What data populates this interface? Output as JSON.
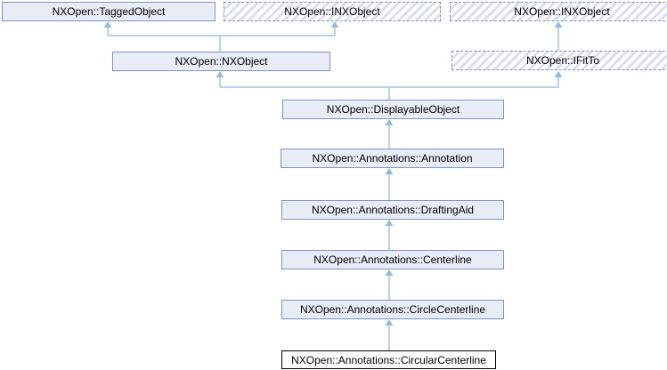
{
  "diagram": {
    "type": "class-inheritance-diagram",
    "nodes": {
      "tagged_object": {
        "label": "NXOpen::TaggedObject",
        "style": "solid"
      },
      "inx_object_1": {
        "label": "NXOpen::INXObject",
        "style": "hatched"
      },
      "inx_object_2": {
        "label": "NXOpen::INXObject",
        "style": "hatched"
      },
      "nx_object": {
        "label": "NXOpen::NXObject",
        "style": "solid"
      },
      "ifit_to": {
        "label": "NXOpen::IFitTo",
        "style": "hatched"
      },
      "displayable_object": {
        "label": "NXOpen::DisplayableObject",
        "style": "solid"
      },
      "annotation": {
        "label": "NXOpen::Annotations::Annotation",
        "style": "solid"
      },
      "drafting_aid": {
        "label": "NXOpen::Annotations::DraftingAid",
        "style": "solid"
      },
      "centerline": {
        "label": "NXOpen::Annotations::Centerline",
        "style": "solid"
      },
      "circle_centerline": {
        "label": "NXOpen::Annotations::CircleCenterline",
        "style": "solid"
      },
      "circular_centerline": {
        "label": "NXOpen::Annotations::CircularCenterline",
        "style": "current"
      }
    },
    "edges": [
      {
        "from": "nx_object",
        "to": "tagged_object"
      },
      {
        "from": "nx_object",
        "to": "inx_object_1"
      },
      {
        "from": "ifit_to",
        "to": "inx_object_2"
      },
      {
        "from": "displayable_object",
        "to": "nx_object"
      },
      {
        "from": "displayable_object",
        "to": "ifit_to"
      },
      {
        "from": "annotation",
        "to": "displayable_object"
      },
      {
        "from": "drafting_aid",
        "to": "annotation"
      },
      {
        "from": "centerline",
        "to": "drafting_aid"
      },
      {
        "from": "circle_centerline",
        "to": "centerline"
      },
      {
        "from": "circular_centerline",
        "to": "circle_centerline"
      }
    ],
    "colors": {
      "background": "#ffffff",
      "node_fill": "#e8ecf7",
      "node_border": "#8193c2",
      "hatch_stripe": "#d9dff2",
      "arrow_line": "#a0c6e5",
      "arrow_head": "#8fbcdf",
      "current_node_border": "#000000",
      "text": "#000000"
    }
  }
}
